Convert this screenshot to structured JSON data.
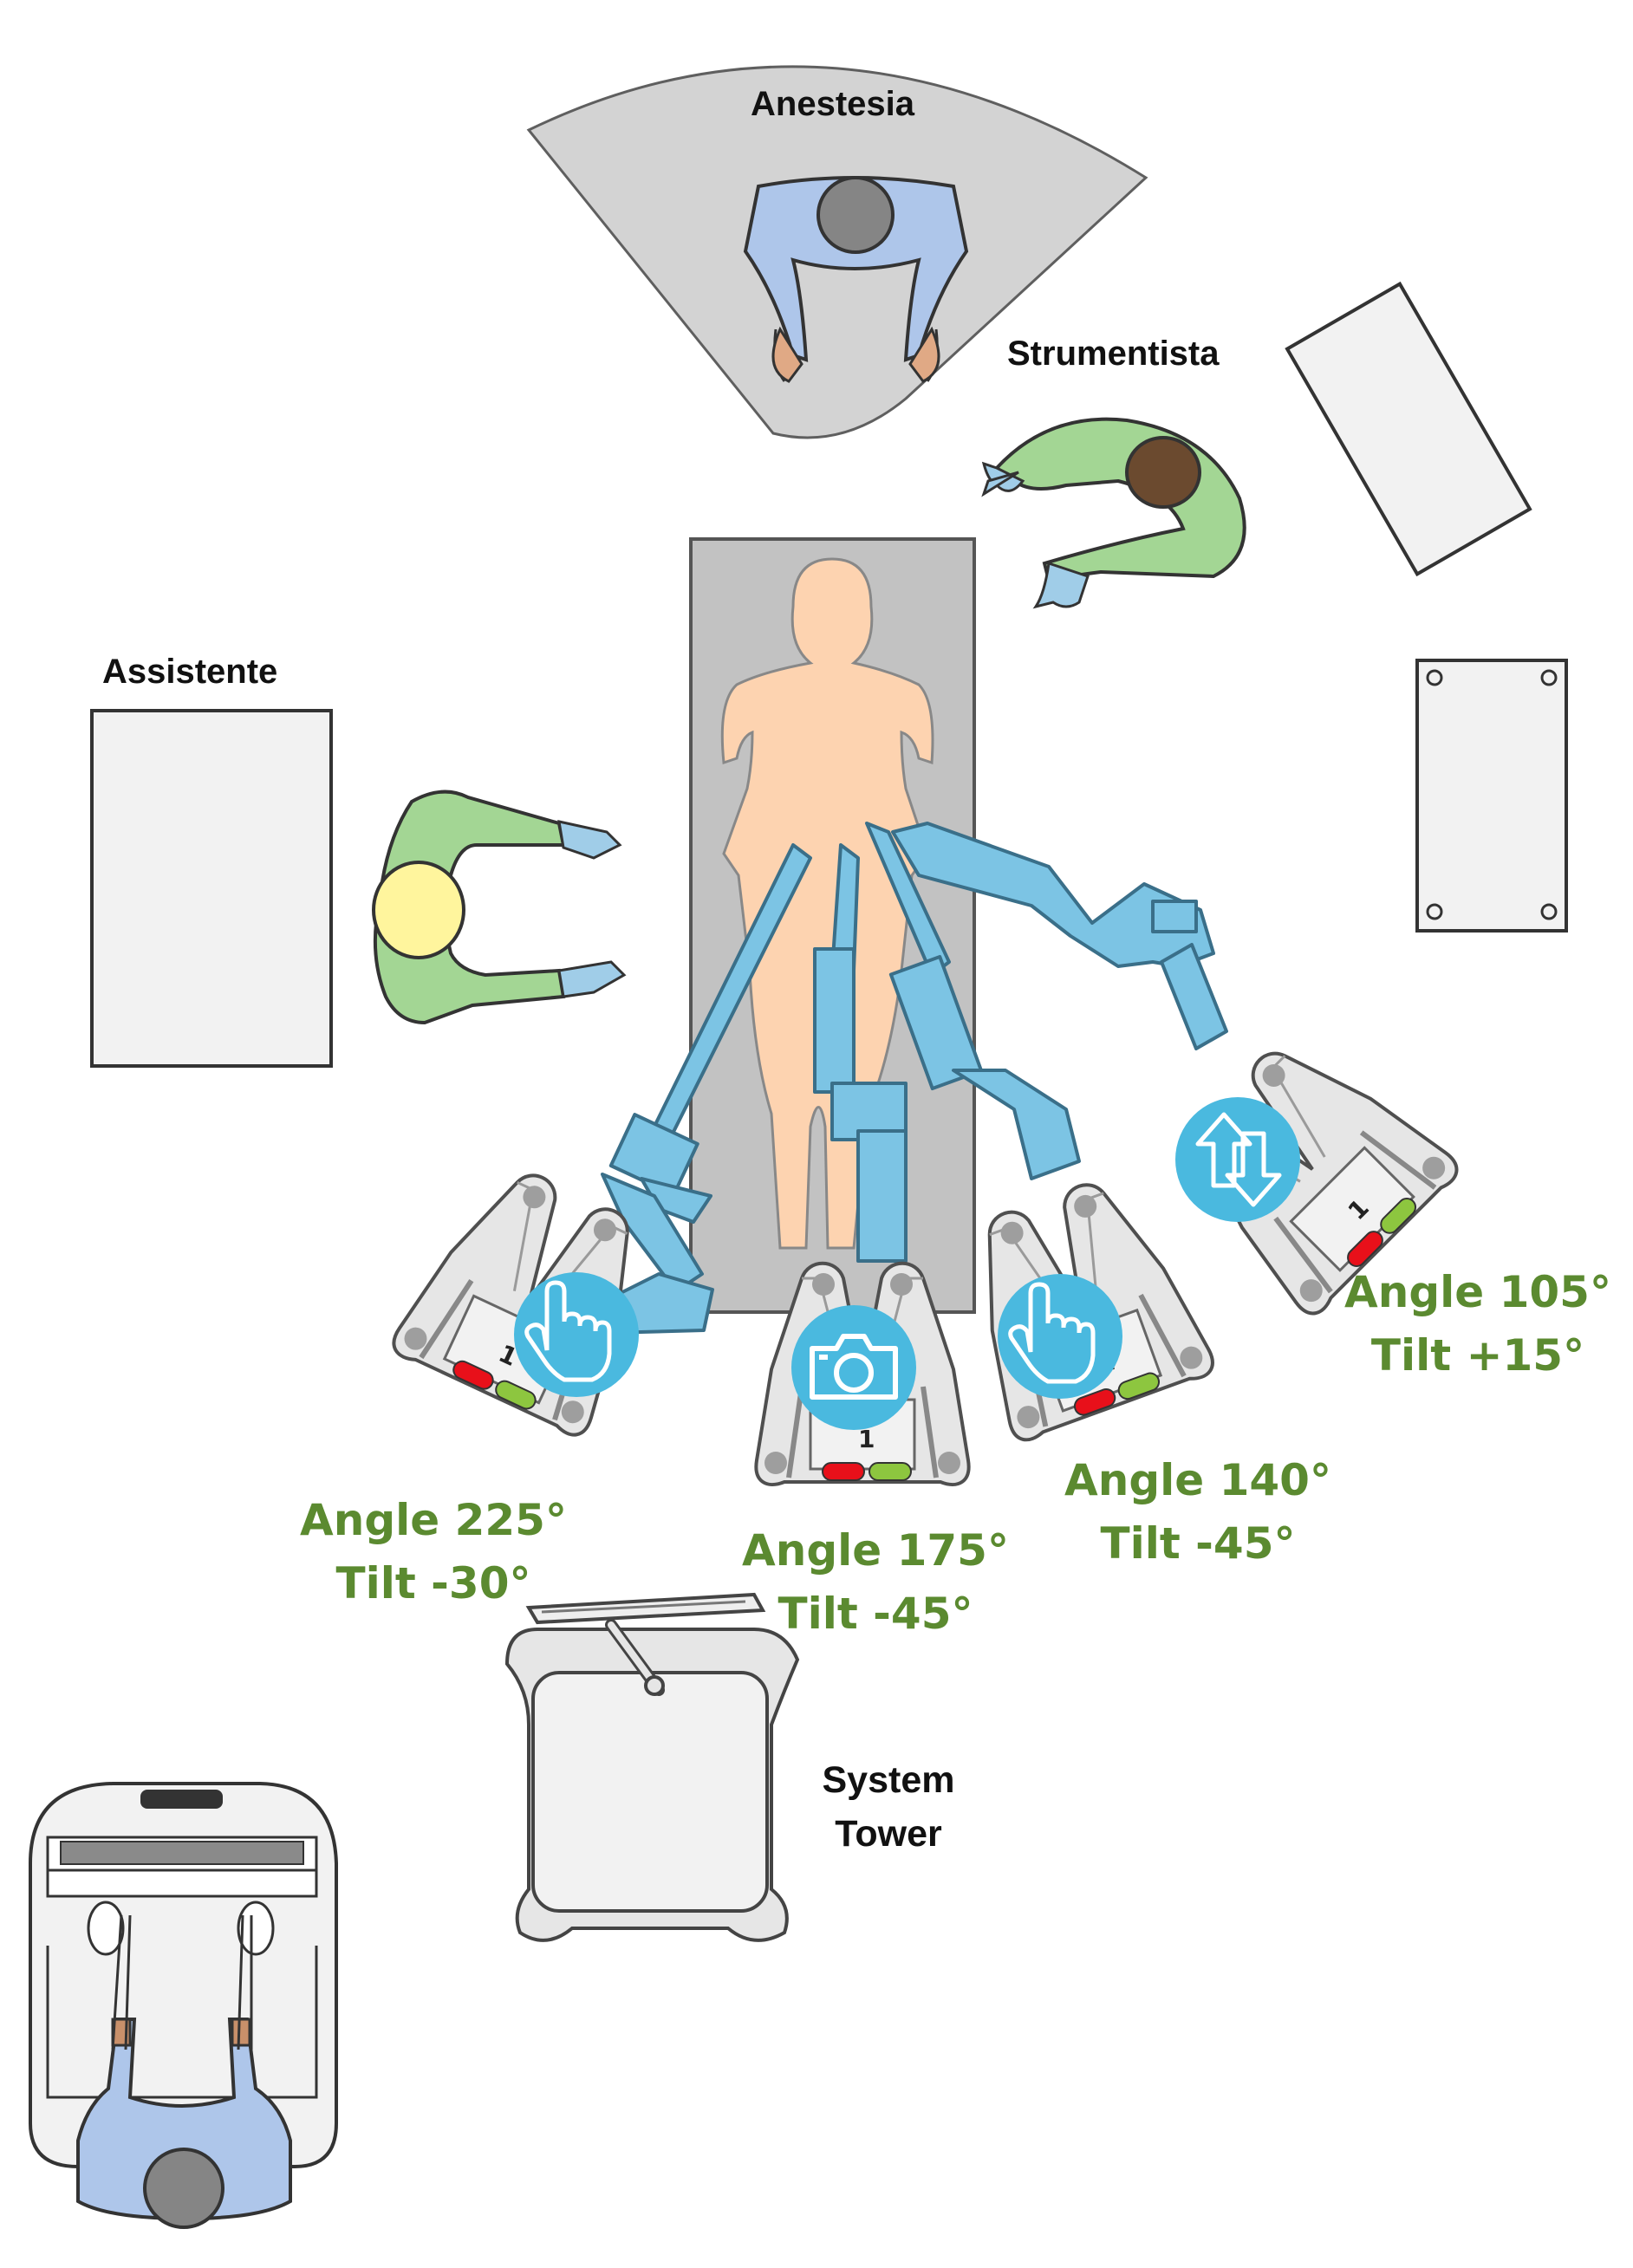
{
  "labels": {
    "anestesia": "Anestesia",
    "strumentista": "Strumentista",
    "assistente": "Assistente",
    "tower_line1": "System",
    "tower_line2": "Tower"
  },
  "arms": [
    {
      "angle": "Angle 225°",
      "tilt": "Tilt -30°",
      "icon": "hand-pointer-icon"
    },
    {
      "angle": "Angle 175°",
      "tilt": "Tilt -45°",
      "icon": "camera-icon"
    },
    {
      "angle": "Angle 140°",
      "tilt": "Tilt -45°",
      "icon": "hand-pointer-icon"
    },
    {
      "angle": "Angle 105°",
      "tilt": "Tilt +15°",
      "icon": "up-down-arrows-icon"
    }
  ],
  "colors": {
    "arm_blue": "#7cc4e4",
    "badge_blue": "#4ab9df",
    "label_green": "#5b8a30",
    "scrub_green": "#a3d694",
    "gown_blue": "#aec6ea",
    "skin": "#fdd3b0",
    "gray_zone": "#d3d3d3",
    "table_gray": "#c2c2c2",
    "cart_gray": "#e6e6e6",
    "status_red": "#e8101a",
    "status_green": "#8dc63f"
  }
}
